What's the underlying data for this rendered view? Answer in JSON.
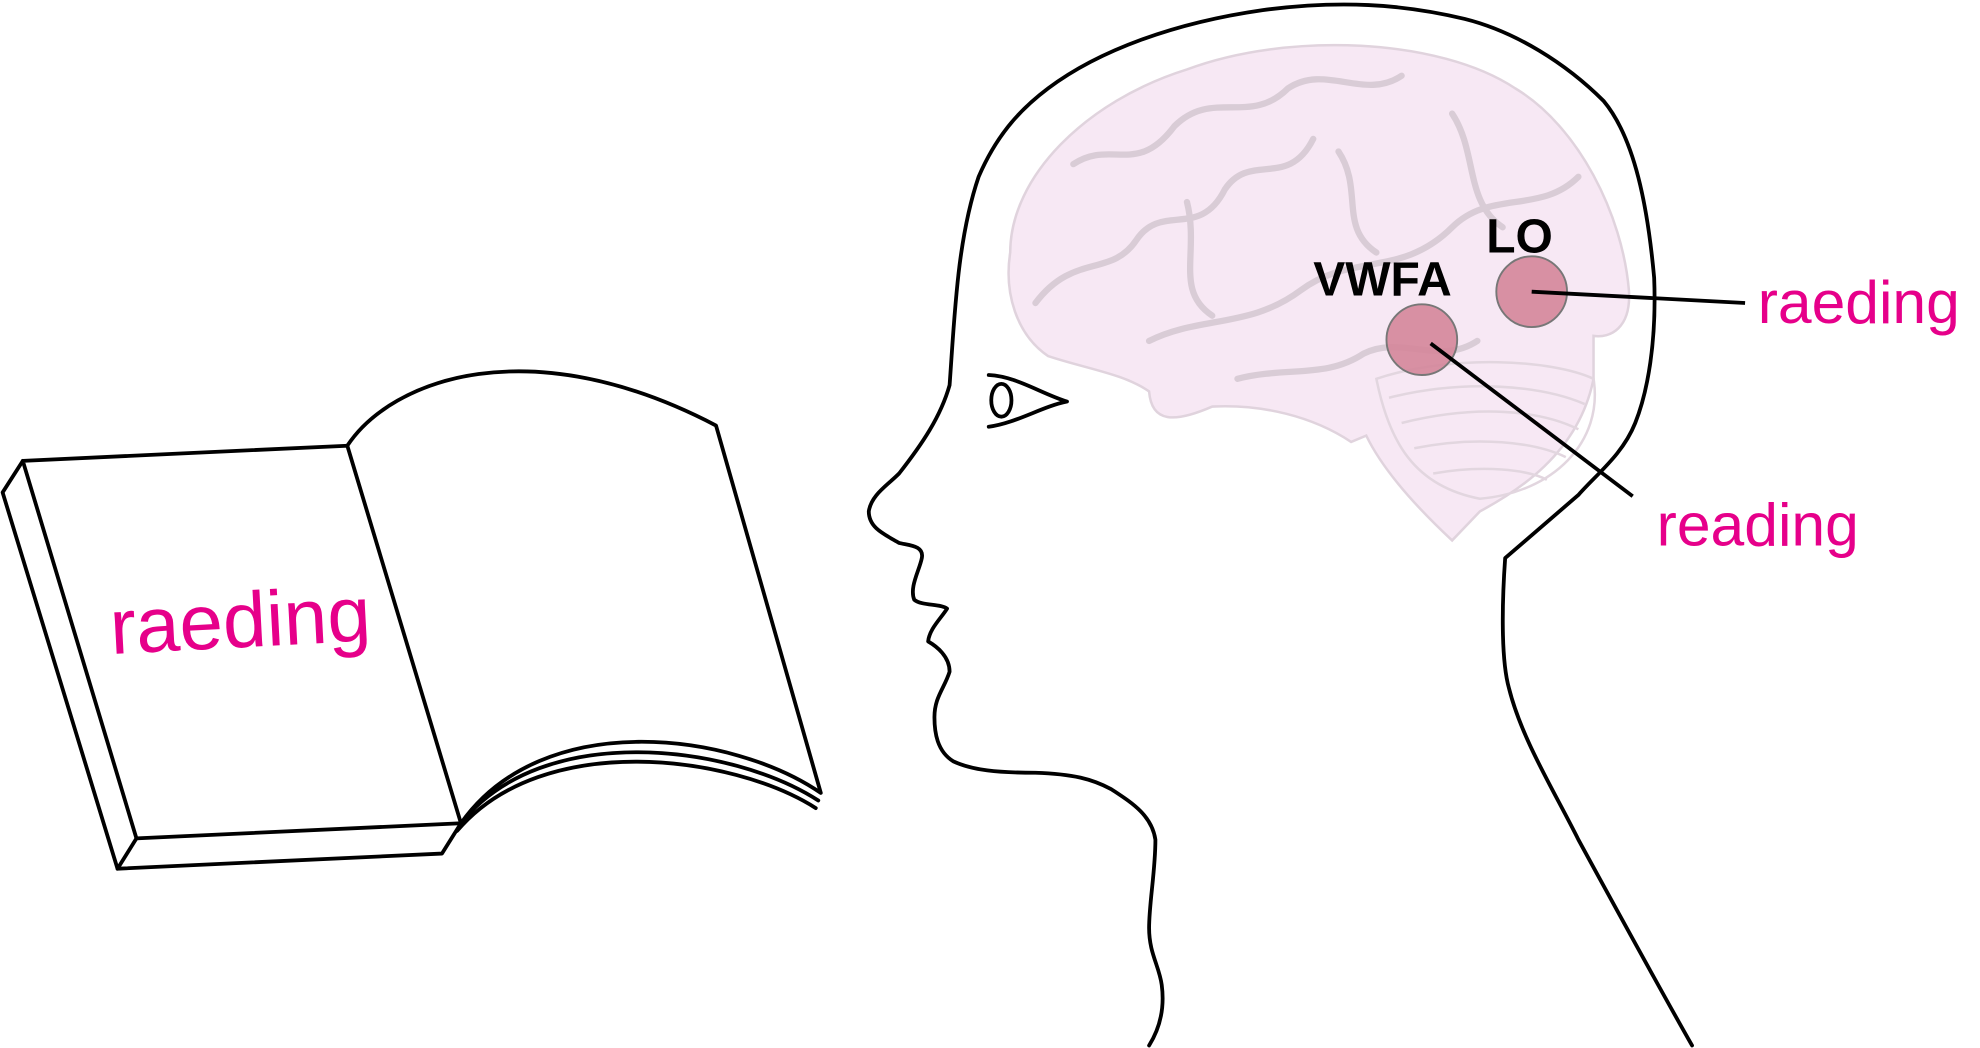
{
  "book": {
    "cover_text": "raeding"
  },
  "brain": {
    "regions": [
      {
        "name": "LO",
        "response_label": "raeding"
      },
      {
        "name": "VWFA",
        "response_label": "reading"
      }
    ]
  },
  "colors": {
    "label_pink": "#e6008a",
    "region_fill": "#d4869a",
    "brain_fill": "#f7e8f4"
  }
}
